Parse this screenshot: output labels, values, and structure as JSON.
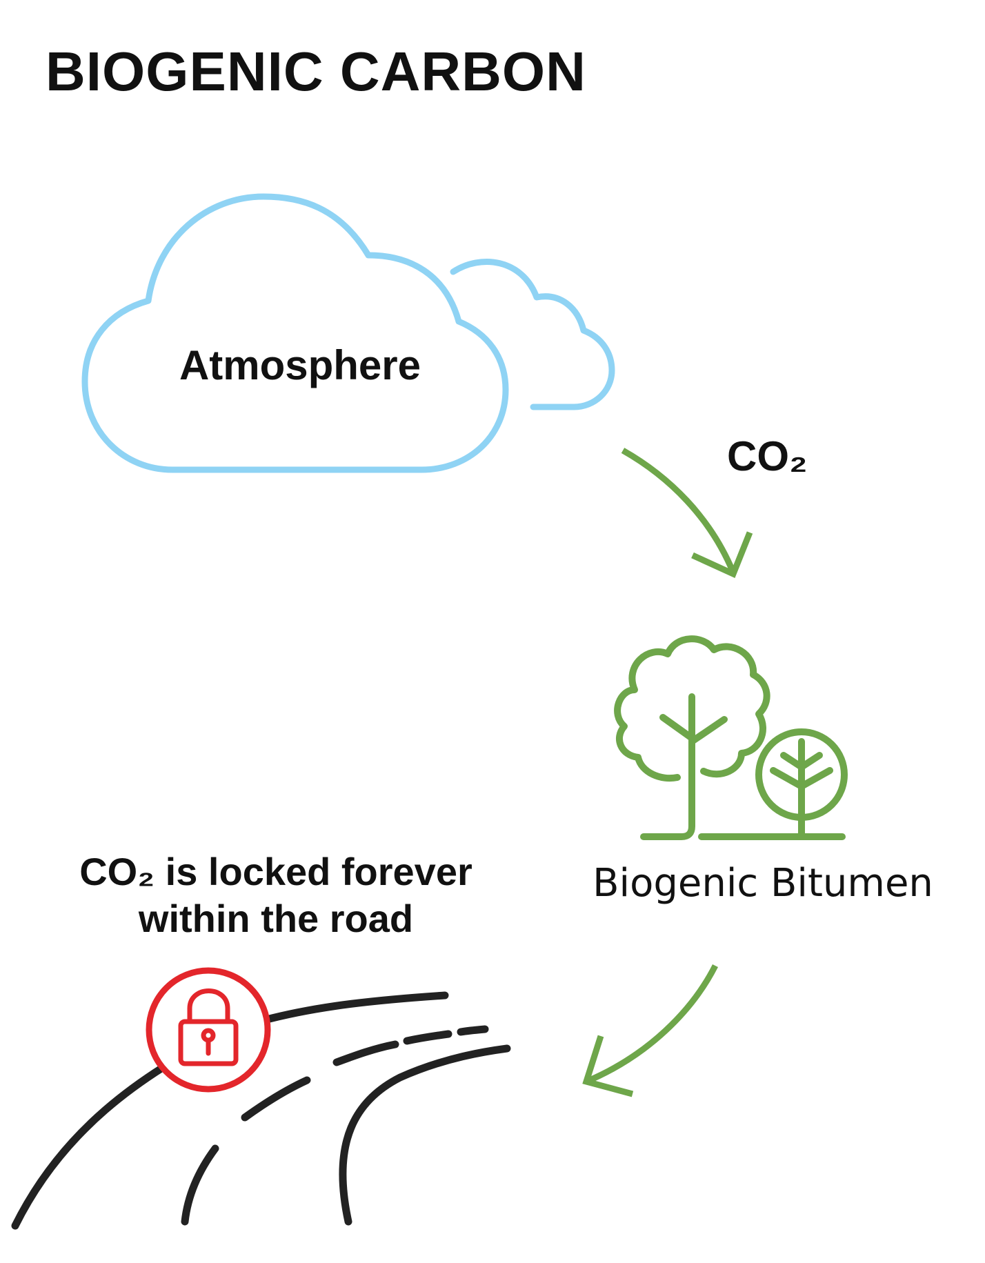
{
  "title": "BIOGENIC CARBON",
  "nodes": {
    "atmosphere": "Atmosphere",
    "co2": "CO₂",
    "bitumen": "Biogenic Bitumen",
    "locked_line1": "CO₂ is locked forever",
    "locked_line2": "within the road"
  },
  "colors": {
    "cloud": "#8fd3f4",
    "green": "#6ea64a",
    "road": "#222222",
    "lock": "#e3262b"
  },
  "icons": [
    "cloud-icon",
    "curved-arrow-icon",
    "trees-icon",
    "padlock-icon",
    "road-icon"
  ]
}
